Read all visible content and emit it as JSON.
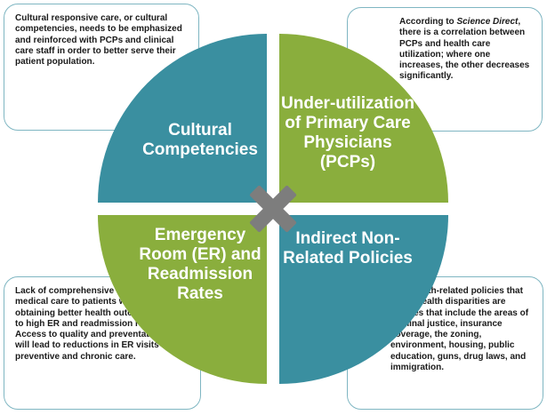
{
  "colors": {
    "teal": "#3a8fa0",
    "green": "#8aae3d",
    "cross": "#7d7d7d",
    "note_border": "#7fb6c2"
  },
  "quadrants": {
    "top_left": {
      "label": "Cultural Competencies"
    },
    "top_right": {
      "label": "Under-utilization of Primary Care Physicians (PCPs)"
    },
    "bottom_left": {
      "label": "Emergency Room (ER) and Readmission Rates"
    },
    "bottom_right": {
      "label": "Indirect Non-Related Policies"
    }
  },
  "notes": {
    "top_left": "Cultural responsive care, or cultural competencies, needs to be emphasized and reinforced with PCPs and clinical care staff in order to better serve their patient population.",
    "top_right": {
      "prefix": "According to ",
      "source": "Science Direct",
      "suffix": ", there is a correlation between PCPs and health care utilization; where one increases, the other decreases significantly."
    },
    "bottom_left": "Lack of comprehensive and continuous medical care to patients with the goal of obtaining better health outcomes leads to high ER and readmission rates.  Access to quality and preventative care will lead to reductions in ER visits for preventive and chronic care.",
    "bottom_right": "Non health-related policies that affect health disparities are policies that include the areas of criminal justice, insurance coverage, the zoning, environment, housing, public education, guns, drug laws, and immigration."
  }
}
